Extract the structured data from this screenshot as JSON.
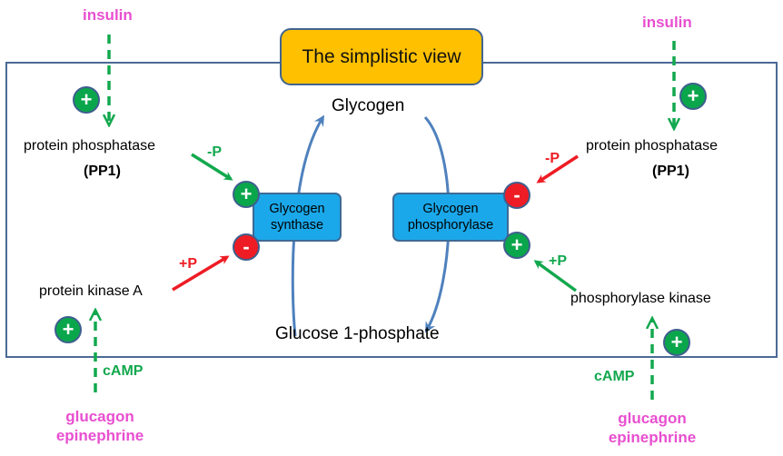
{
  "title": "The simplistic view",
  "colors": {
    "frame": "#4a6a96",
    "title_fill": "#ffc000",
    "enzyme_fill": "#1aa8ea",
    "activate_green": "#12a84e",
    "inhibit_red": "#ee1c24",
    "hormone_magenta": "#e84fd0",
    "cycle_arrow": "#4f81bd"
  },
  "metabolites": {
    "top": "Glycogen",
    "bottom": "Glucose 1-phosphate"
  },
  "enzymes": {
    "synthase": {
      "line1": "Glycogen",
      "line2": "synthase"
    },
    "phosphorylase": {
      "line1": "Glycogen",
      "line2": "phosphorylase"
    }
  },
  "left": {
    "hormone_top": "insulin",
    "phosphatase": "protein phosphatase",
    "phosphatase_abbr": "(PP1)",
    "phosphatase_effect": "-P",
    "kinase": "protein kinase A",
    "kinase_effect": "+P",
    "messenger": "cAMP",
    "hormone_bottom_1": "glucagon",
    "hormone_bottom_2": "epinephrine",
    "badge_insulin": "+",
    "badge_camp": "+",
    "badge_enzyme_top": "+",
    "badge_enzyme_bottom": "-"
  },
  "right": {
    "hormone_top": "insulin",
    "phosphatase": "protein phosphatase",
    "phosphatase_abbr": "(PP1)",
    "phosphatase_effect": "-P",
    "kinase": "phosphorylase kinase",
    "kinase_effect": "+P",
    "messenger": "cAMP",
    "hormone_bottom_1": "glucagon",
    "hormone_bottom_2": "epinephrine",
    "badge_insulin": "+",
    "badge_camp": "+",
    "badge_enzyme_top": "-",
    "badge_enzyme_bottom": "+"
  }
}
